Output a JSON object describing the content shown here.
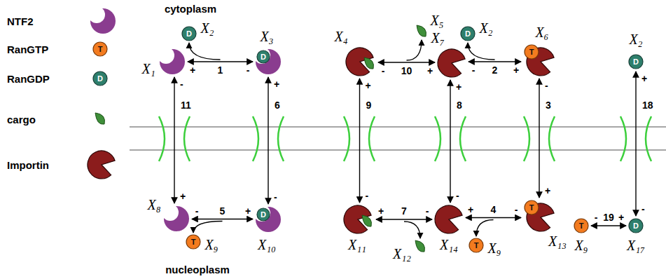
{
  "diagram": {
    "nodes": [
      {
        "text": [
          "X₁"
        ]
      },
      {
        "text": [
          "X₂",
          "D"
        ]
      },
      {
        "text": [
          "X₃",
          "D"
        ]
      },
      {
        "text": [
          "X₄"
        ]
      },
      {
        "text": [
          "X₅"
        ]
      },
      {
        "text": [
          "X₇"
        ]
      },
      {
        "text": [
          "X₂",
          "D"
        ]
      },
      {
        "text": [
          "X₆",
          "T"
        ]
      },
      {
        "text": [
          "X₂",
          "D"
        ]
      },
      {
        "text": [
          "X₈"
        ]
      },
      {
        "text": [
          "X₉",
          "T"
        ]
      },
      {
        "text": [
          "X₁₀",
          "D"
        ]
      },
      {
        "text": [
          "X₁₁"
        ]
      },
      {
        "text": [
          "X₁₄"
        ]
      },
      {
        "text": [
          "X₁₂"
        ]
      },
      {
        "text": [
          "X₉",
          "T"
        ]
      },
      {
        "text": [
          "X₁₃",
          "T"
        ]
      },
      {
        "text": [
          "X₉",
          "T"
        ]
      },
      {
        "text": [
          "X₁₇",
          "D"
        ]
      }
    ],
    "edges": [
      {
        "from": 0,
        "to": 2,
        "label": "1",
        "arrow": "both"
      },
      {
        "from": 3,
        "to": 5,
        "label": "10",
        "arrow": "both"
      },
      {
        "from": 5,
        "to": 7,
        "label": "2",
        "arrow": "both"
      },
      {
        "from": 9,
        "to": 11,
        "label": "5",
        "arrow": "both"
      },
      {
        "from": 12,
        "to": 13,
        "label": "7",
        "arrow": "both"
      },
      {
        "from": 13,
        "to": 16,
        "label": "4",
        "arrow": "both"
      },
      {
        "from": 17,
        "to": 18,
        "label": "19",
        "arrow": "both"
      },
      {
        "from": 0,
        "to": 9,
        "label": "11",
        "arrow": "both"
      },
      {
        "from": 2,
        "to": 11,
        "label": "6",
        "arrow": "both"
      },
      {
        "from": 3,
        "to": 12,
        "label": "9",
        "arrow": "both"
      },
      {
        "from": 5,
        "to": 13,
        "label": "8",
        "arrow": "both"
      },
      {
        "from": 7,
        "to": 16,
        "label": "3",
        "arrow": "both"
      },
      {
        "from": 8,
        "to": 18,
        "label": "18",
        "arrow": "both"
      }
    ],
    "labels": [
      "cytoplasm",
      "nucleoplasm",
      "T",
      "D",
      "+",
      "-",
      "-",
      "+",
      "-",
      "+",
      "-",
      "+",
      "+",
      "-",
      "+",
      "-",
      "-",
      "+",
      "-",
      "+",
      "+",
      "-",
      "+",
      "-",
      "+",
      "-",
      "-",
      "+",
      "+",
      "-"
    ],
    "legend": [
      {
        "text": "NTF2"
      },
      {
        "text": "RanGTP"
      },
      {
        "text": "RanGDP"
      },
      {
        "text": "cargo"
      },
      {
        "text": "Importin"
      }
    ]
  }
}
